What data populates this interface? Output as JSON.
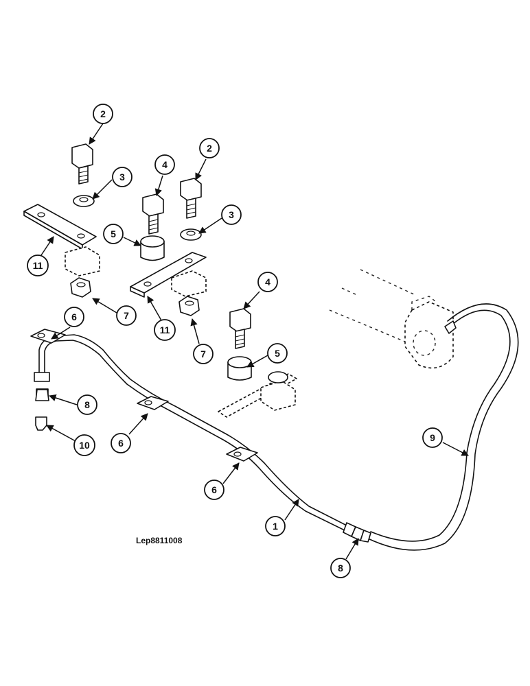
{
  "figure": {
    "reference": "Lep8811008"
  },
  "callouts": [
    {
      "id": "c-2a",
      "label": "2"
    },
    {
      "id": "c-3a",
      "label": "3"
    },
    {
      "id": "c-4a",
      "label": "4"
    },
    {
      "id": "c-2b",
      "label": "2"
    },
    {
      "id": "c-5a",
      "label": "5"
    },
    {
      "id": "c-3b",
      "label": "3"
    },
    {
      "id": "c-11a",
      "label": "11"
    },
    {
      "id": "c-7a",
      "label": "7"
    },
    {
      "id": "c-11b",
      "label": "11"
    },
    {
      "id": "c-4b",
      "label": "4"
    },
    {
      "id": "c-6a",
      "label": "6"
    },
    {
      "id": "c-7b",
      "label": "7"
    },
    {
      "id": "c-5b",
      "label": "5"
    },
    {
      "id": "c-8a",
      "label": "8"
    },
    {
      "id": "c-6b",
      "label": "6"
    },
    {
      "id": "c-10",
      "label": "10"
    },
    {
      "id": "c-9",
      "label": "9"
    },
    {
      "id": "c-6c",
      "label": "6"
    },
    {
      "id": "c-1",
      "label": "1"
    },
    {
      "id": "c-8b",
      "label": "8"
    }
  ]
}
